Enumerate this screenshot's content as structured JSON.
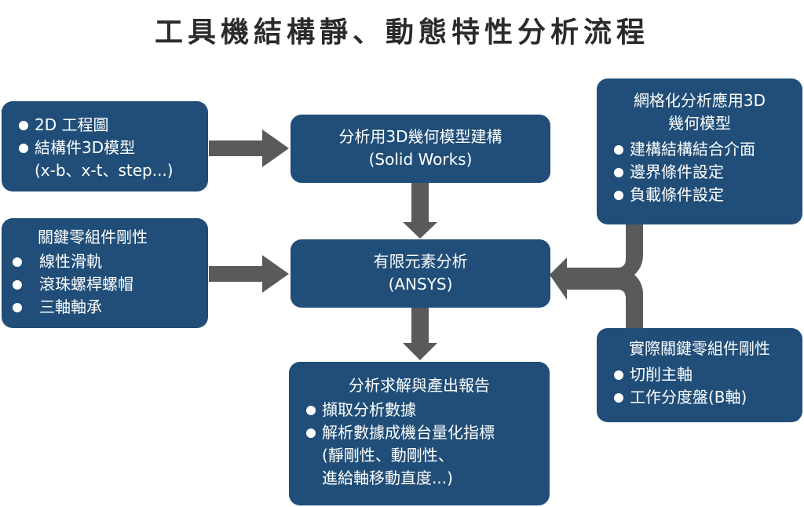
{
  "title": "工具機結構靜、動態特性分析流程",
  "colors": {
    "box_fill": "#204e78",
    "arrow_fill": "#5a5a5a",
    "text_on_box": "#ffffff",
    "title_text": "#2b2b2b"
  },
  "input_cad": {
    "items": [
      "2D 工程圖",
      "結構件3D模型"
    ],
    "continuation": "(x-b、x-t、step...)"
  },
  "key_components": {
    "heading": "關鍵零組件剛性",
    "items": [
      "線性滑軌",
      "滾珠螺桿螺帽",
      "三軸軸承"
    ]
  },
  "model_building": {
    "line1": "分析用3D幾何模型建構",
    "line2": "(Solid Works)"
  },
  "fea": {
    "line1": "有限元素分析",
    "line2": "(ANSYS)"
  },
  "report": {
    "heading": "分析求解與產出報告",
    "items": [
      "擷取分析數據",
      "解析數據成機台量化指標"
    ],
    "continuation1": "(靜剛性、動剛性、",
    "continuation2": "進給軸移動直度...)"
  },
  "meshing": {
    "heading1": "網格化分析應用3D",
    "heading2": "幾何模型",
    "items": [
      "建構結構結合介面",
      "邊界條件設定",
      "負載條件設定"
    ]
  },
  "actual_stiffness": {
    "heading": "實際關鍵零組件剛性",
    "items": [
      "切削主軸",
      "工作分度盤(B軸)"
    ]
  }
}
